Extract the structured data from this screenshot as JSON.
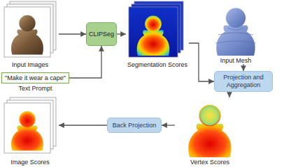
{
  "diagram": {
    "nodes": [
      {
        "text": [
          "Input Images"
        ]
      },
      {
        "text": [
          "CLIPSeg"
        ]
      },
      {
        "text": [
          "Segmentation Scores"
        ]
      },
      {
        "text": [
          "Input Mesh"
        ]
      },
      {
        "text": [
          "\"Make it wear a cape\"",
          "Text Prompt"
        ]
      },
      {
        "text": [
          "Projection and Aggregation"
        ]
      },
      {
        "text": [
          "Back Projection"
        ]
      },
      {
        "text": [
          "Vertex Scores"
        ]
      },
      {
        "text": [
          "Image Scores"
        ]
      }
    ],
    "edges": [
      {
        "from": 0,
        "to": 1,
        "arrow": "to"
      },
      {
        "from": 4,
        "to": 1,
        "arrow": "to"
      },
      {
        "from": 1,
        "to": 2,
        "arrow": "to"
      },
      {
        "from": 2,
        "to": 5,
        "arrow": "to"
      },
      {
        "from": 3,
        "to": 5,
        "arrow": "to"
      },
      {
        "from": 5,
        "to": 7,
        "arrow": "to"
      },
      {
        "from": 7,
        "to": 6,
        "arrow": "to"
      },
      {
        "from": 6,
        "to": 8,
        "arrow": "to"
      }
    ]
  }
}
